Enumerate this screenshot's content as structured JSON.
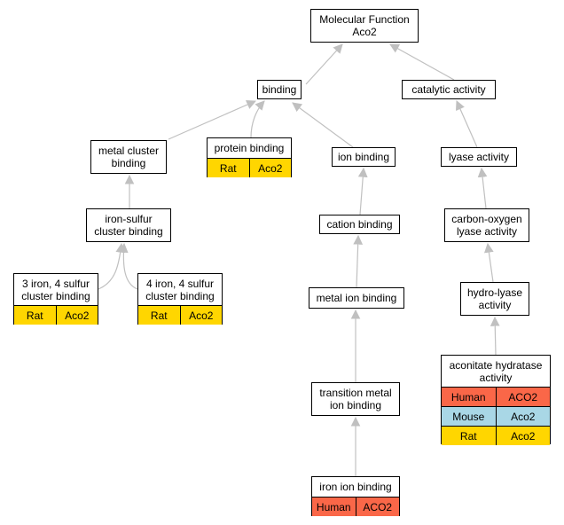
{
  "colors": {
    "edge": "#c0c0c0",
    "human": "#fa6748",
    "mouse": "#a9d7e6",
    "rat": "#ffd600"
  },
  "nodes": {
    "mf": {
      "title": "Molecular Function\nAco2"
    },
    "binding": {
      "title": "binding"
    },
    "catalytic": {
      "title": "catalytic activity"
    },
    "metalcl": {
      "title": "metal cluster\nbinding"
    },
    "protein": {
      "title": "protein binding",
      "annotations": [
        {
          "species": "Rat",
          "gene": "Aco2",
          "color": "rat"
        }
      ]
    },
    "ion": {
      "title": "ion binding"
    },
    "lyase": {
      "title": "lyase activity"
    },
    "ironsulfur": {
      "title": "iron-sulfur\ncluster binding"
    },
    "cation": {
      "title": "cation binding"
    },
    "cooxy": {
      "title": "carbon-oxygen\nlyase activity"
    },
    "fe3s4": {
      "title": "3 iron, 4 sulfur\ncluster binding",
      "annotations": [
        {
          "species": "Rat",
          "gene": "Aco2",
          "color": "rat"
        }
      ]
    },
    "fe4s4": {
      "title": "4 iron, 4 sulfur\ncluster binding",
      "annotations": [
        {
          "species": "Rat",
          "gene": "Aco2",
          "color": "rat"
        }
      ]
    },
    "metalion": {
      "title": "metal ion binding"
    },
    "hydrolyase": {
      "title": "hydro-lyase\nactivity"
    },
    "transition": {
      "title": "transition metal\nion binding"
    },
    "aconitate": {
      "title": "aconitate hydratase\nactivity",
      "annotations": [
        {
          "species": "Human",
          "gene": "ACO2",
          "color": "human"
        },
        {
          "species": "Mouse",
          "gene": "Aco2",
          "color": "mouse"
        },
        {
          "species": "Rat",
          "gene": "Aco2",
          "color": "rat"
        }
      ]
    },
    "ironion": {
      "title": "iron ion binding",
      "annotations": [
        {
          "species": "Human",
          "gene": "ACO2",
          "color": "human"
        }
      ]
    }
  }
}
